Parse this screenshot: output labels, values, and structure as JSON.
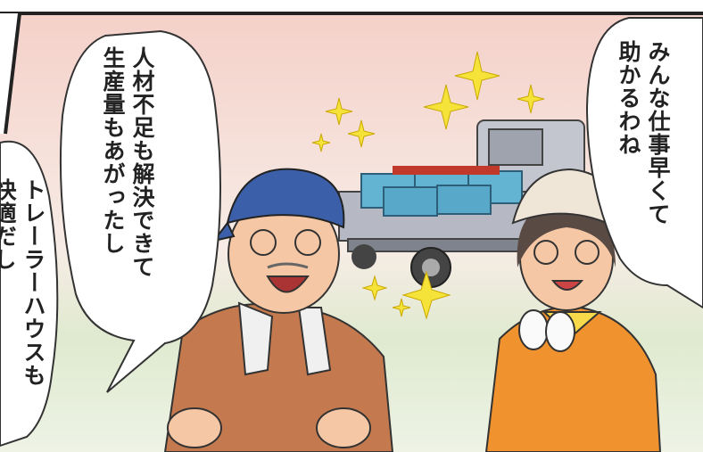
{
  "speech_bubbles": {
    "man": "人材不足も解決できて\n生産量もあがったし",
    "woman": "みんな仕事早くて\n助かるわね",
    "left": "トレーラーハウスも\n快適だし"
  },
  "colors": {
    "background_top": "#f2c9c2",
    "background_bottom": "#dce8cf",
    "sparkle": "#f4e23a",
    "bandana": "#3b5fa8",
    "man_shirt": "#c47a4e",
    "woman_shirt": "#f0922e",
    "truck": "#b9bcc6",
    "crates": "#5fb0cf"
  }
}
